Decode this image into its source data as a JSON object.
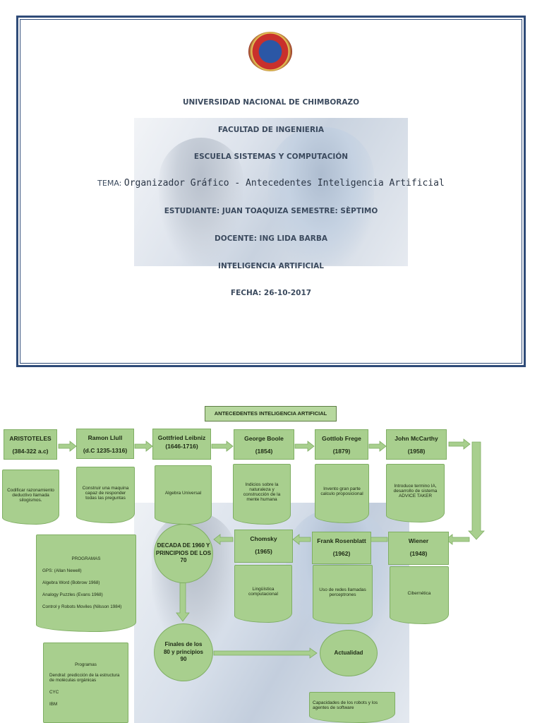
{
  "cover": {
    "university": "UNIVERSIDAD NACIONAL DE CHIMBORAZO",
    "faculty": "FACULTAD DE INGENIERIA",
    "school": "ESCUELA SISTEMAS Y COMPUTACIÓN",
    "tema_label": "TEMA:",
    "tema_value": "Organizador Gráfico - Antecedentes Inteligencia Artificial",
    "student": "ESTUDIANTE: JUAN TOAQUIZA SEMESTRE: SÈPTIMO",
    "teacher": "DOCENTE: ING LIDA BARBA",
    "subject": "INTELIGENCIA ARTIFICIAL",
    "date": "FECHA: 26-10-2017"
  },
  "diagram": {
    "title": "ANTECEDENTES INTELIGENCIA ARTIFICIAL",
    "row1": [
      {
        "name": "ARISTOTELES",
        "date": "(384-322 a.c)",
        "note": "Codificar razonamiento deductivo llamada silogismos."
      },
      {
        "name": "Ramon Llull",
        "date": "(d.C 1235-1316)",
        "note": "Construir una maquina capaz de responder todas las preguntas"
      },
      {
        "name": "Gottfried Leibniz",
        "date": "(1646-1716)",
        "note": "Algebra Universal"
      },
      {
        "name": "George Boole",
        "date": "(1854)",
        "note": "Indicios sobre la naturaleza y construcción de la mente humana"
      },
      {
        "name": "Gottlob Frege",
        "date": "(1879)",
        "note": "Invento gran parte calculo proposicional"
      },
      {
        "name": "John McCarthy",
        "date": "(1958)",
        "note": "Introduce termino IA, desarrollo de sistema ADVICE TAKER"
      }
    ],
    "row2": [
      {
        "name": "Wiener",
        "date": "(1948)",
        "note": "Cibernética"
      },
      {
        "name": "Frank Rosenblatt",
        "date": "(1962)",
        "note": "Uso de redes llamadas perceptrones"
      },
      {
        "name": "Chomsky",
        "date": "(1965)",
        "note": "Lingüística computacional"
      }
    ],
    "decada": "DECADA DE 1960 Y PRINCIPIOS DE LOS 70",
    "finales": "Finales de los 80 y principios 90",
    "actualidad": "Actualidad",
    "actualidad_note": "Capacidades de los robots y los agentes de software",
    "programas1": {
      "heading": "PROGRAMAS",
      "items": [
        "GPS: (Allan Newell)",
        "Algebra Word (Bobrow 1968)",
        "Analogy Puzzles (Evans 1968)",
        "Control y Robots Moviles (Nilsson 1984)"
      ]
    },
    "programas2": {
      "heading": "Programas",
      "items": [
        "Dendral: predicción de la estructura de moléculas orgánicas",
        "CYC",
        "IBM"
      ]
    }
  },
  "colors": {
    "box_fill": "#a8cf8e",
    "box_border": "#7fae63",
    "frame": "#2f4b78"
  }
}
